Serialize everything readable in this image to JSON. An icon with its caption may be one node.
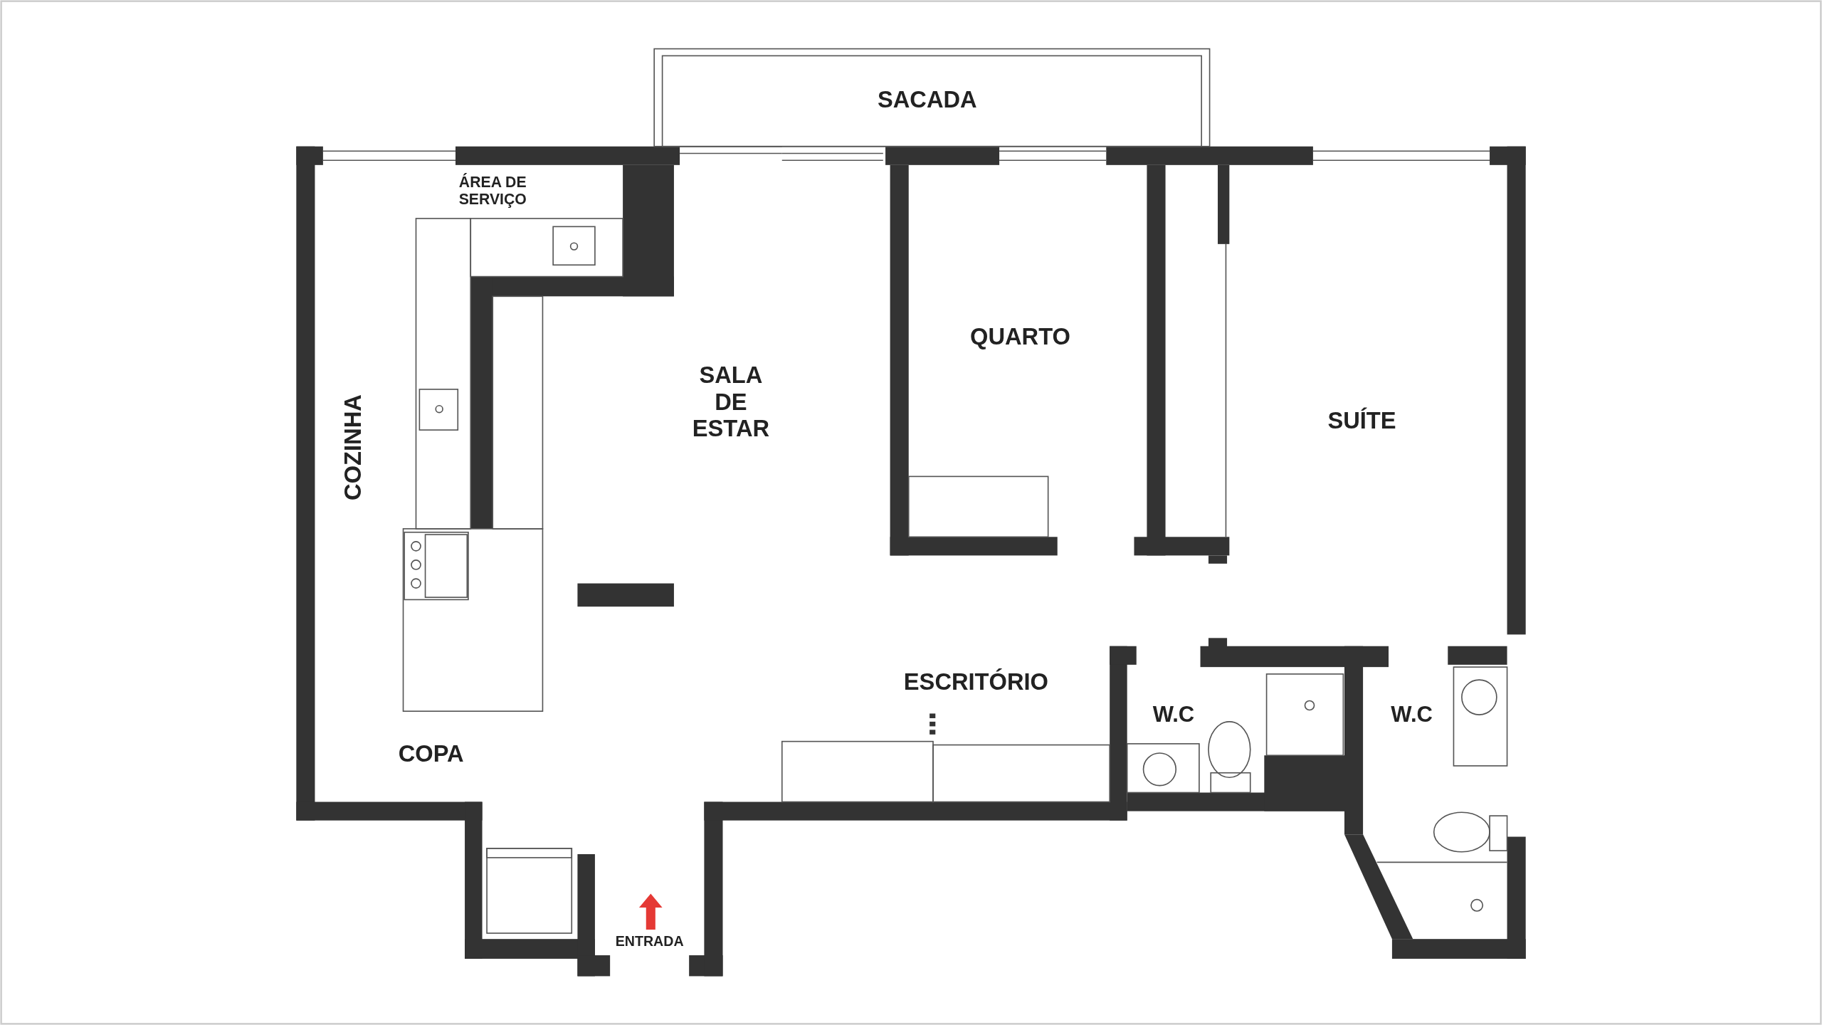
{
  "diagram": {
    "labels": [
      "SACADA",
      "ÁREA DE SERVIÇO",
      "SALA DE ESTAR",
      "QUARTO",
      "SUÍTE",
      "COZINHA",
      "ESCRITÓRIO",
      "W.C",
      "W.C",
      "COPA",
      "ENTRADA"
    ]
  }
}
